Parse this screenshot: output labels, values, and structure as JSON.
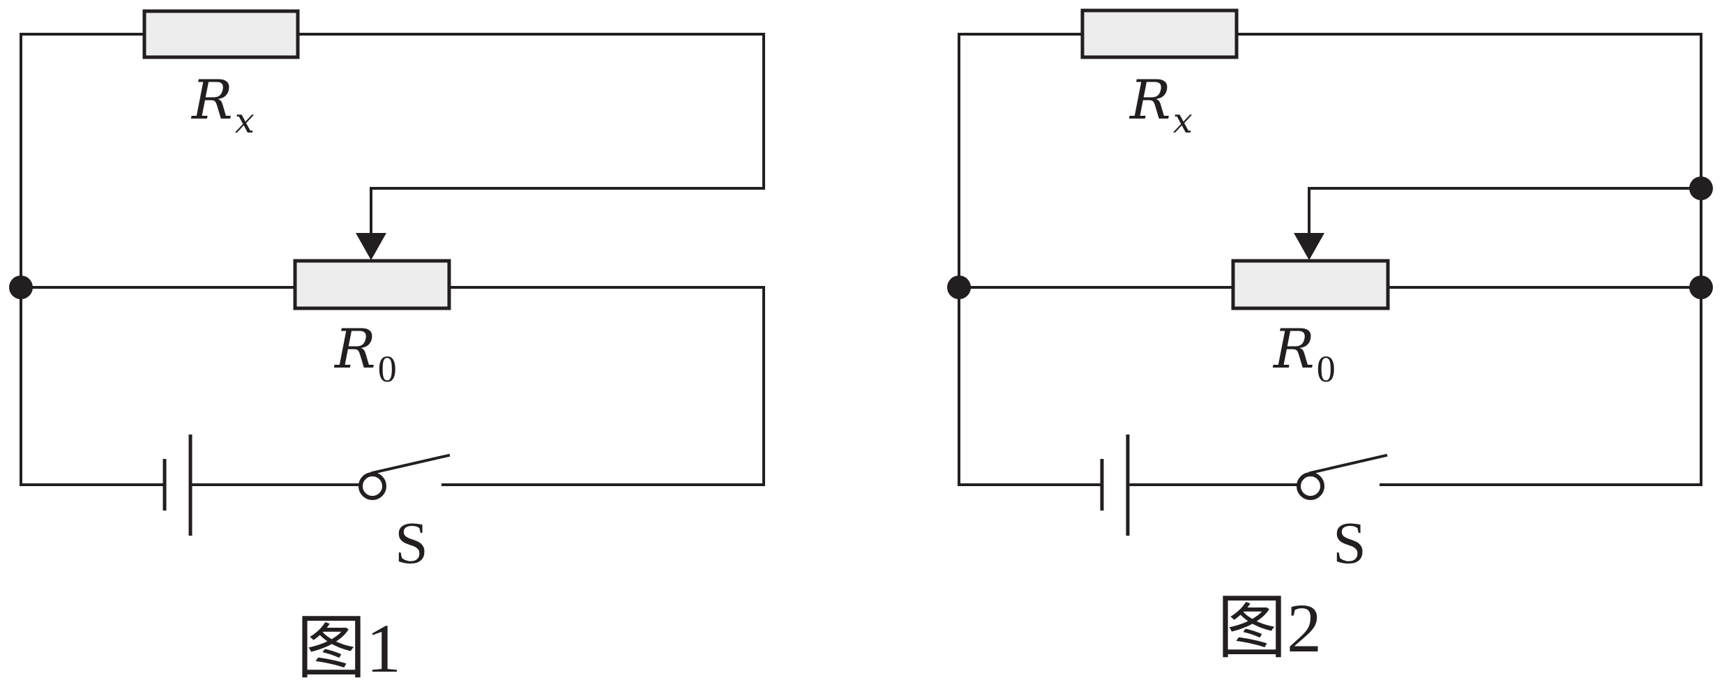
{
  "figures": [
    {
      "caption": "图1",
      "rx_label": {
        "main": "R",
        "sub": "x"
      },
      "r0_label": {
        "main": "R",
        "sub": "0"
      },
      "switch_label": "S"
    },
    {
      "caption": "图2",
      "rx_label": {
        "main": "R",
        "sub": "x"
      },
      "r0_label": {
        "main": "R",
        "sub": "0"
      },
      "switch_label": "S"
    }
  ],
  "colors": {
    "line": "#231f20",
    "resistor_fill": "#ededed",
    "background": "#ffffff"
  }
}
